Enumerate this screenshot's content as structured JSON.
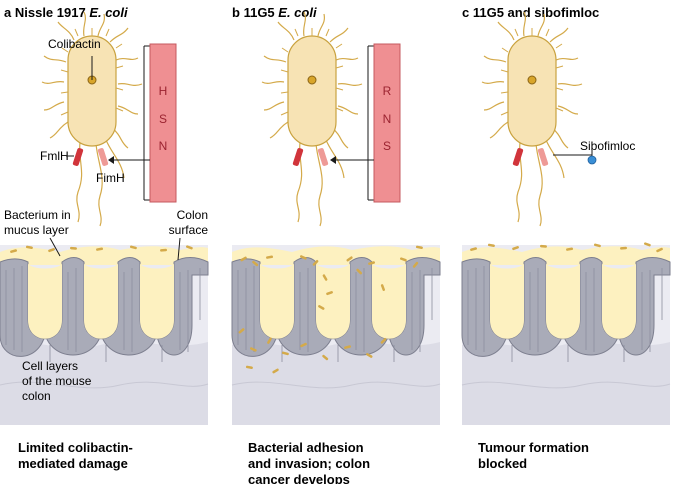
{
  "panels": [
    {
      "letter": "a",
      "title_plain": "Nissle 1917 ",
      "title_italic": "E. coli",
      "bar_letters": [
        "H",
        "S",
        "N"
      ],
      "caption_lines": [
        "Limited colibactin-",
        "mediated damage"
      ]
    },
    {
      "letter": "b",
      "title_plain": "11G5 ",
      "title_italic": "E. coli",
      "bar_letters": [
        "R",
        "N",
        "S"
      ],
      "caption_lines": [
        "Bacterial adhesion",
        "and invasion; colon",
        "cancer develops"
      ]
    },
    {
      "letter": "c",
      "title_plain": "11G5 and sibofimloc",
      "title_italic": "",
      "bar_letters": [],
      "caption_lines": [
        "Tumour formation",
        "blocked"
      ]
    }
  ],
  "labels": {
    "colibactin": "Colibactin",
    "fmlh": "FmlH",
    "fimh": "FimH",
    "sibofimloc": "Sibofimloc",
    "bacterium_line1": "Bacterium in",
    "bacterium_line2": "mucus layer",
    "colon_line1": "Colon",
    "colon_line2": "surface",
    "cell_line1": "Cell layers",
    "cell_line2": "of the mouse",
    "cell_line3": "colon"
  },
  "colors": {
    "bacterium_fill": "#f7e3b4",
    "bacterium_stroke": "#c9a23f",
    "flagella": "#d4aa4a",
    "fmlh_adhesin": "#d1343b",
    "fimh_adhesin": "#ee9a96",
    "bar_fill": "#ef8f92",
    "bar_stroke": "#c45a5f",
    "mucus": "#fdf1c0",
    "crypt_cells": "#a9abb8",
    "tissue": "#dcdce6",
    "sibofimloc": "#3a8fd6"
  }
}
